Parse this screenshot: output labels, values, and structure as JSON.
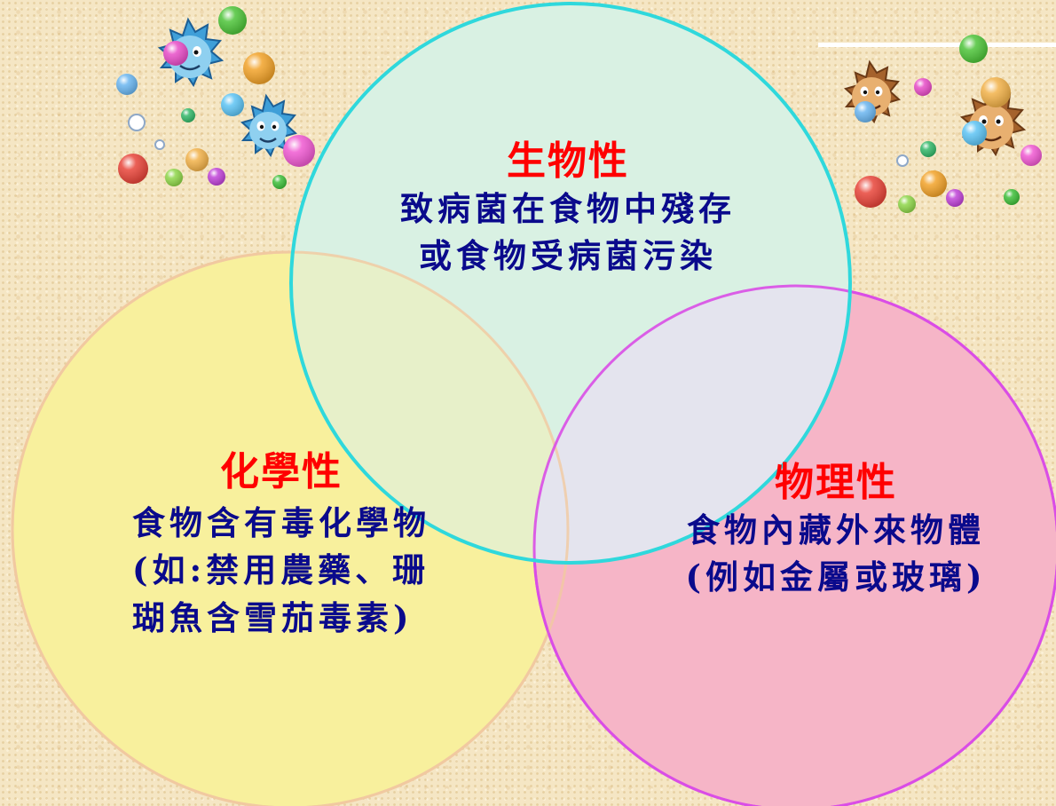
{
  "circles": {
    "biological": {
      "title": "生物性",
      "lines": [
        "致病菌在食物中殘存",
        "或食物受病菌污染"
      ],
      "fill": "#d9f1e3",
      "stroke": "#2fd8dc"
    },
    "chemical": {
      "title": "化學性",
      "lines": [
        "食物含有毒化學物",
        "(如:禁用農藥、珊",
        "瑚魚含雪茄毒素)"
      ],
      "fill": "#f8f09d",
      "stroke": "#f1c9a0"
    },
    "physical": {
      "title": "物理性",
      "lines": [
        "食物內藏外來物體",
        "(例如金屬或玻璃)"
      ],
      "fill": "#f6b5c7",
      "stroke": "#d94ee6"
    }
  },
  "colors": {
    "title": "#ff0000",
    "body": "#0a0a8c",
    "background": "#f5e6c4",
    "overlap_bio_chem": "#e7f0c9",
    "overlap_bio_phys": "#e4e4ee"
  },
  "decorations": [
    "germ-cartoon-blue",
    "germ-cartoon-orange",
    "bubble"
  ]
}
